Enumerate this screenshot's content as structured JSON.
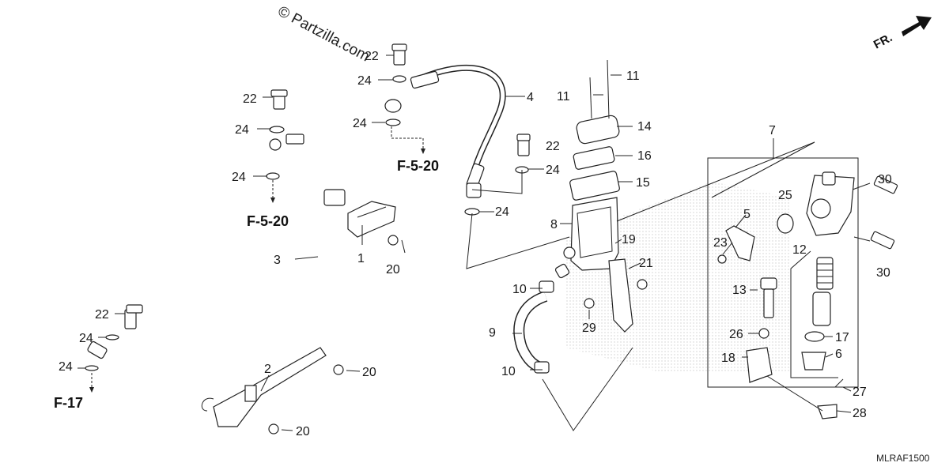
{
  "watermark": "© Partzilla.com",
  "diagram_code": "MLRAF1500",
  "direction": "FR.",
  "refs": {
    "f520_a": "F-5-20",
    "f520_b": "F-5-20",
    "f17": "F-17"
  },
  "parts": {
    "p1": "1",
    "p2": "2",
    "p3": "3",
    "p4": "4",
    "p5": "5",
    "p6": "6",
    "p7": "7",
    "p8": "8",
    "p9": "9",
    "p10a": "10",
    "p10b": "10",
    "p11a": "11",
    "p11b": "11",
    "p12": "12",
    "p13": "13",
    "p14": "14",
    "p15": "15",
    "p16": "16",
    "p17": "17",
    "p18": "18",
    "p19": "19",
    "p20a": "20",
    "p20b": "20",
    "p20c": "20",
    "p21": "21",
    "p22a": "22",
    "p22b": "22",
    "p22c": "22",
    "p22d": "22",
    "p23": "23",
    "p24a": "24",
    "p24b": "24",
    "p24c": "24",
    "p24d": "24",
    "p24e": "24",
    "p24f": "24",
    "p24g": "24",
    "p24h": "24",
    "p25": "25",
    "p26": "26",
    "p27": "27",
    "p28": "28",
    "p29": "29",
    "p30a": "30",
    "p30b": "30"
  }
}
